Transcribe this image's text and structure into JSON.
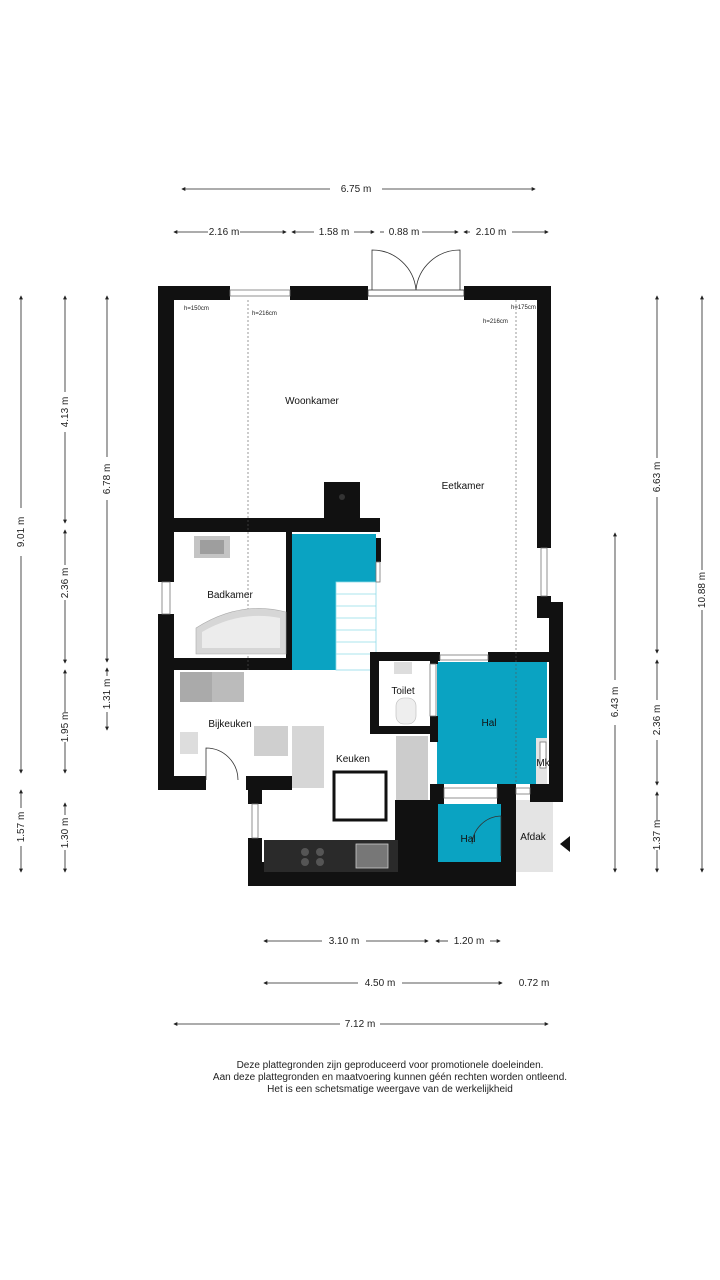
{
  "rooms": {
    "woonkamer": "Woonkamer",
    "eetkamer": "Eetkamer",
    "badkamer": "Badkamer",
    "bijkeuken": "Bijkeuken",
    "keuken": "Keuken",
    "toilet": "Toilet",
    "hal_main": "Hal",
    "hal_small": "Hal",
    "mk": "Mk",
    "afdak": "Afdak"
  },
  "heights": {
    "h1": "h=150cm",
    "h2": "h=216cm",
    "h3": "h=175cm",
    "h4": "h=216cm"
  },
  "dimensions": {
    "top_total": "6.75 m",
    "top_1": "2.16 m",
    "top_2": "1.58 m",
    "top_3": "0.88 m",
    "top_4": "2.10 m",
    "left_total": "9.01 m",
    "left_1": "4.13 m",
    "left_2": "2.36 m",
    "left_3": "1.95 m",
    "left_4": "1.57 m",
    "left_5": "1.30 m",
    "left_inner_1": "6.78 m",
    "left_inner_2": "1.31 m",
    "right_total": "10.88 m",
    "right_1": "6.63 m",
    "right_2": "2.36 m",
    "right_3": "1.37 m",
    "right_inner": "6.43 m",
    "bottom_1": "3.10 m",
    "bottom_2": "1.20 m",
    "bottom_3": "4.50 m",
    "bottom_4": "0.72 m",
    "bottom_total": "7.12 m"
  },
  "disclaimer": [
    "Deze plattegronden zijn geproduceerd voor promotionele doeleinden.",
    "Aan deze plattegronden en maatvoering kunnen géén rechten worden ontleend.",
    "Het is een schetsmatige weergave van de werkelijkheid"
  ],
  "colors": {
    "wall": "#111111",
    "hall": "#0aa3c2",
    "fixture": "#bdbdbd",
    "window": "#cfd8dc"
  }
}
